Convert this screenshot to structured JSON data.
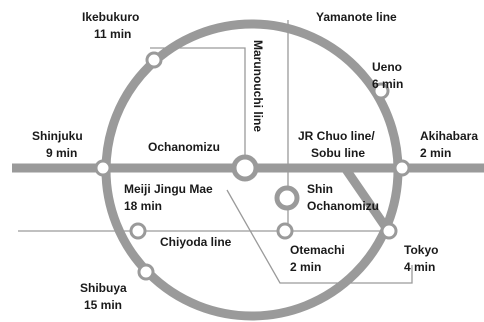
{
  "map": {
    "colors": {
      "background": "#ffffff",
      "major_line": "#999999",
      "minor_line": "#9a9a9a",
      "station_fill": "#ffffff",
      "text": "#1a1a1a"
    },
    "line_labels": {
      "yamanote": "Yamanote line",
      "marunouchi": "Marunouchi line",
      "jr_chuo_1": "JR Chuo line/",
      "jr_chuo_2": "Sobu line",
      "chiyoda": "Chiyoda line"
    },
    "stations": {
      "ikebukuro": {
        "name": "Ikebukuro",
        "time": "11 min"
      },
      "ueno": {
        "name": "Ueno",
        "time": "6 min"
      },
      "shinjuku": {
        "name": "Shinjuku",
        "time": "9 min"
      },
      "ochanomizu": {
        "name": "Ochanomizu"
      },
      "akihabara": {
        "name": "Akihabara",
        "time": "2 min"
      },
      "meiji_jingu_mae": {
        "name": "Meiji Jingu Mae",
        "time": "18 min"
      },
      "shin_ochanomizu": {
        "name": "Shin",
        "name2": "Ochanomizu"
      },
      "otemachi": {
        "name": "Otemachi",
        "time": "2 min"
      },
      "tokyo": {
        "name": "Tokyo",
        "time": "4 min"
      },
      "shibuya": {
        "name": "Shibuya",
        "time": "15 min"
      }
    }
  }
}
